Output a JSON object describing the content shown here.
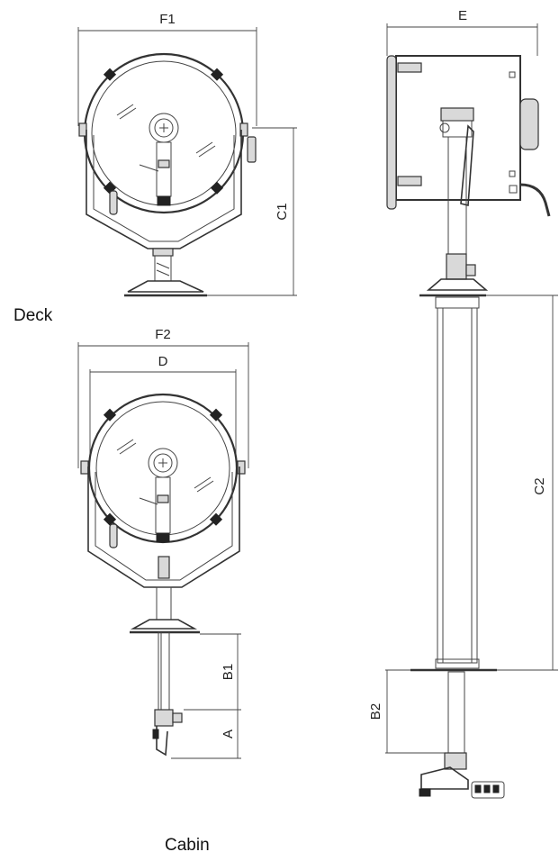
{
  "captions": {
    "deck": "Deck",
    "cabin": "Cabin"
  },
  "dimensions": {
    "f1": "F1",
    "f2": "F2",
    "d": "D",
    "e": "E",
    "c1": "C1",
    "c2": "C2",
    "b1": "B1",
    "b2": "B2",
    "a": "A"
  }
}
